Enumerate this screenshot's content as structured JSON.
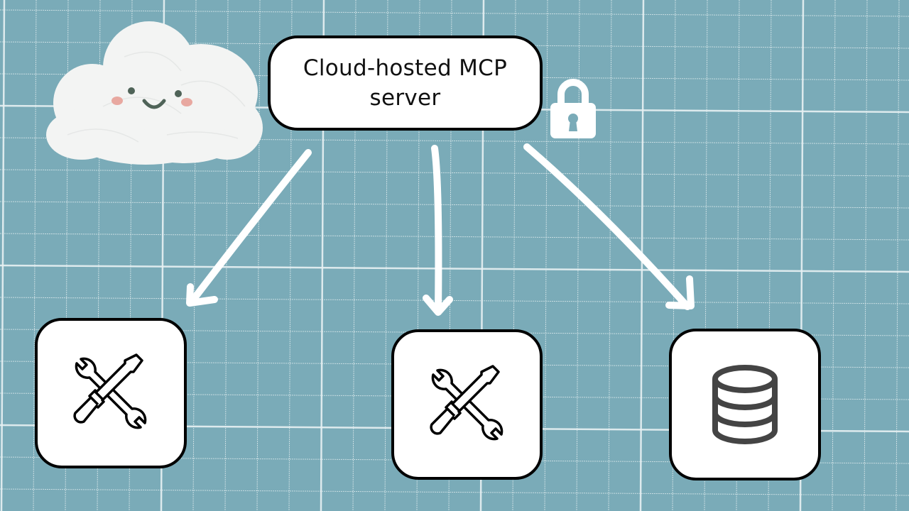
{
  "diagram": {
    "background_color": "#7aabb8",
    "grid_color": "#e8f1f3",
    "server": {
      "label_line1": "Cloud-hosted MCP",
      "label_line2": "server",
      "secure": true
    },
    "cloud_mascot": {
      "expression": "smiling"
    },
    "lock": {
      "icon": "lock-icon"
    },
    "arrows": [
      {
        "from": "server",
        "to": "tool-1"
      },
      {
        "from": "server",
        "to": "tool-2"
      },
      {
        "from": "server",
        "to": "database"
      }
    ],
    "targets": [
      {
        "id": "tool-1",
        "icon": "wrench-screwdriver-icon",
        "kind": "tool"
      },
      {
        "id": "tool-2",
        "icon": "wrench-screwdriver-icon",
        "kind": "tool"
      },
      {
        "id": "database",
        "icon": "database-icon",
        "kind": "data"
      }
    ]
  }
}
